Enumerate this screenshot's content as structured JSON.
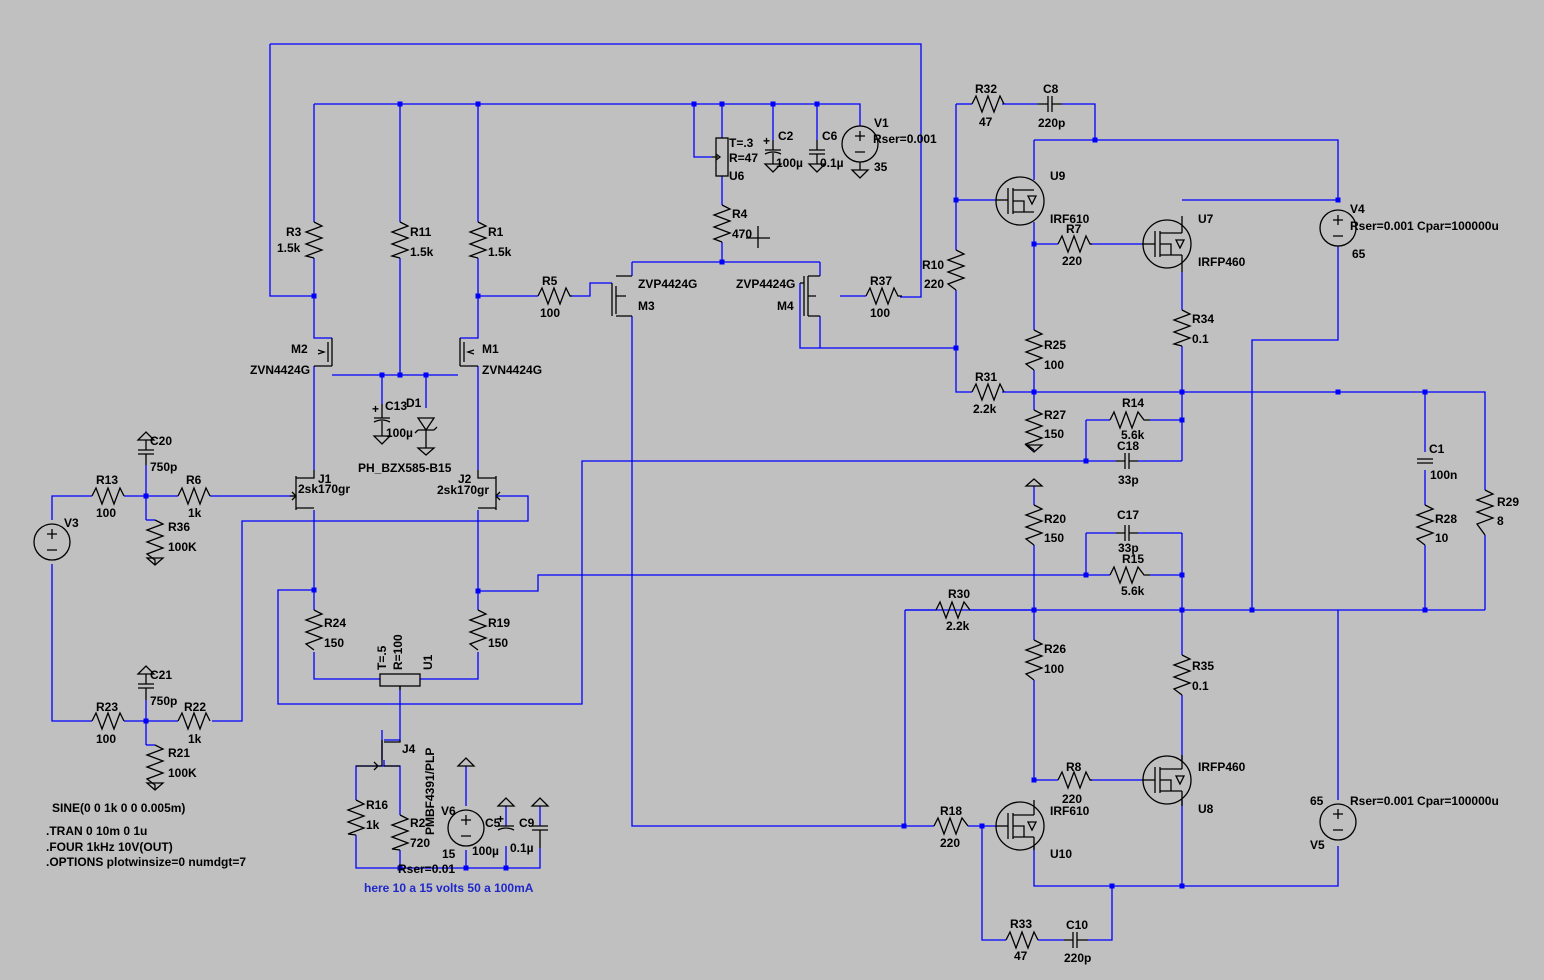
{
  "components": {
    "R3": {
      "ref": "R3",
      "val": "1.5k"
    },
    "R11": {
      "ref": "R11",
      "val": "1.5k"
    },
    "R1": {
      "ref": "R1",
      "val": "1.5k"
    },
    "R5": {
      "ref": "R5",
      "val": "100"
    },
    "R4": {
      "ref": "R4",
      "val": "470"
    },
    "R37": {
      "ref": "R37",
      "val": "100"
    },
    "R10": {
      "ref": "R10",
      "val": "220"
    },
    "R32": {
      "ref": "R32",
      "val": "47"
    },
    "C8": {
      "ref": "C8",
      "val": "220p"
    },
    "U6": {
      "ref": "U6",
      "t": "T=.3",
      "r": "R=47"
    },
    "C2": {
      "ref": "C2",
      "val": "100µ"
    },
    "C6": {
      "ref": "C6",
      "val": "0.1µ"
    },
    "V1": {
      "ref": "V1",
      "val": "35",
      "ser": "Rser=0.001"
    },
    "M2": {
      "ref": "M2",
      "model": "ZVN4424G"
    },
    "M1": {
      "ref": "M1",
      "model": "ZVN4424G"
    },
    "M3": {
      "ref": "M3",
      "model": "ZVP4424G"
    },
    "M4": {
      "ref": "M4",
      "model": "ZVP4424G"
    },
    "C13": {
      "ref": "C13",
      "val": "100µ"
    },
    "D1": {
      "ref": "D1",
      "model": "PH_BZX585-B15"
    },
    "J1": {
      "ref": "J1",
      "model": "2sk170gr"
    },
    "J2": {
      "ref": "J2",
      "model": "2sk170gr"
    },
    "C20": {
      "ref": "C20",
      "val": "750p"
    },
    "R13": {
      "ref": "R13",
      "val": "100"
    },
    "R6": {
      "ref": "R6",
      "val": "1k"
    },
    "R36": {
      "ref": "R36",
      "val": "100K"
    },
    "V3": {
      "ref": "V3"
    },
    "C21": {
      "ref": "C21",
      "val": "750p"
    },
    "R23": {
      "ref": "R23",
      "val": "100"
    },
    "R22": {
      "ref": "R22",
      "val": "1k"
    },
    "R21": {
      "ref": "R21",
      "val": "100K"
    },
    "R24": {
      "ref": "R24",
      "val": "150"
    },
    "R19": {
      "ref": "R19",
      "val": "150"
    },
    "U1": {
      "ref": "U1",
      "t": "T=.5",
      "r": "R=100"
    },
    "J4": {
      "ref": "J4",
      "model": "PMBF4391/PLP"
    },
    "R16": {
      "ref": "R16",
      "val": "1k"
    },
    "R2": {
      "ref": "R2",
      "val": "720"
    },
    "V6": {
      "ref": "V6",
      "val": "15",
      "ser": "Rser=0.01"
    },
    "C5": {
      "ref": "C5",
      "val": "100µ"
    },
    "C9": {
      "ref": "C9",
      "val": "0.1µ"
    },
    "U9": {
      "ref": "U9",
      "model": "IRF610"
    },
    "R7": {
      "ref": "R7",
      "val": "220"
    },
    "U7": {
      "ref": "U7",
      "model": "IRFP460"
    },
    "V4": {
      "ref": "V4",
      "val": "65",
      "ser": "Rser=0.001 Cpar=100000u"
    },
    "R25": {
      "ref": "R25",
      "val": "100"
    },
    "R34": {
      "ref": "R34",
      "val": "0.1"
    },
    "R31": {
      "ref": "R31",
      "val": "2.2k"
    },
    "R27": {
      "ref": "R27",
      "val": "150"
    },
    "R14": {
      "ref": "R14",
      "val": "5.6k"
    },
    "C18": {
      "ref": "C18",
      "val": "33p"
    },
    "C1": {
      "ref": "C1",
      "val": "100n"
    },
    "R28": {
      "ref": "R28",
      "val": "10"
    },
    "R29": {
      "ref": "R29",
      "val": "8"
    },
    "R20": {
      "ref": "R20",
      "val": "150"
    },
    "C17": {
      "ref": "C17",
      "val": "33p"
    },
    "R15": {
      "ref": "R15",
      "val": "5.6k"
    },
    "R30": {
      "ref": "R30",
      "val": "2.2k"
    },
    "R26": {
      "ref": "R26",
      "val": "100"
    },
    "R35": {
      "ref": "R35",
      "val": "0.1"
    },
    "R8": {
      "ref": "R8",
      "val": "220"
    },
    "U8": {
      "ref": "U8",
      "model": "IRFP460"
    },
    "V5": {
      "ref": "V5",
      "val": "65",
      "ser": "Rser=0.001 Cpar=100000u"
    },
    "R18": {
      "ref": "R18",
      "val": "220"
    },
    "U10": {
      "ref": "U10",
      "model": "IRF610"
    },
    "R33": {
      "ref": "R33",
      "val": "47"
    },
    "C10": {
      "ref": "C10",
      "val": "220p"
    }
  },
  "directives": {
    "sine": "SINE(0 0 1k 0 0 0.005m)",
    "tran": ".TRAN 0 10m 0 1u",
    "four": ".FOUR 1kHz 10V(OUT)",
    "options": ".OPTIONS plotwinsize=0 numdgt=7"
  },
  "note": "here 10 a 15 volts 50 a 100mA"
}
